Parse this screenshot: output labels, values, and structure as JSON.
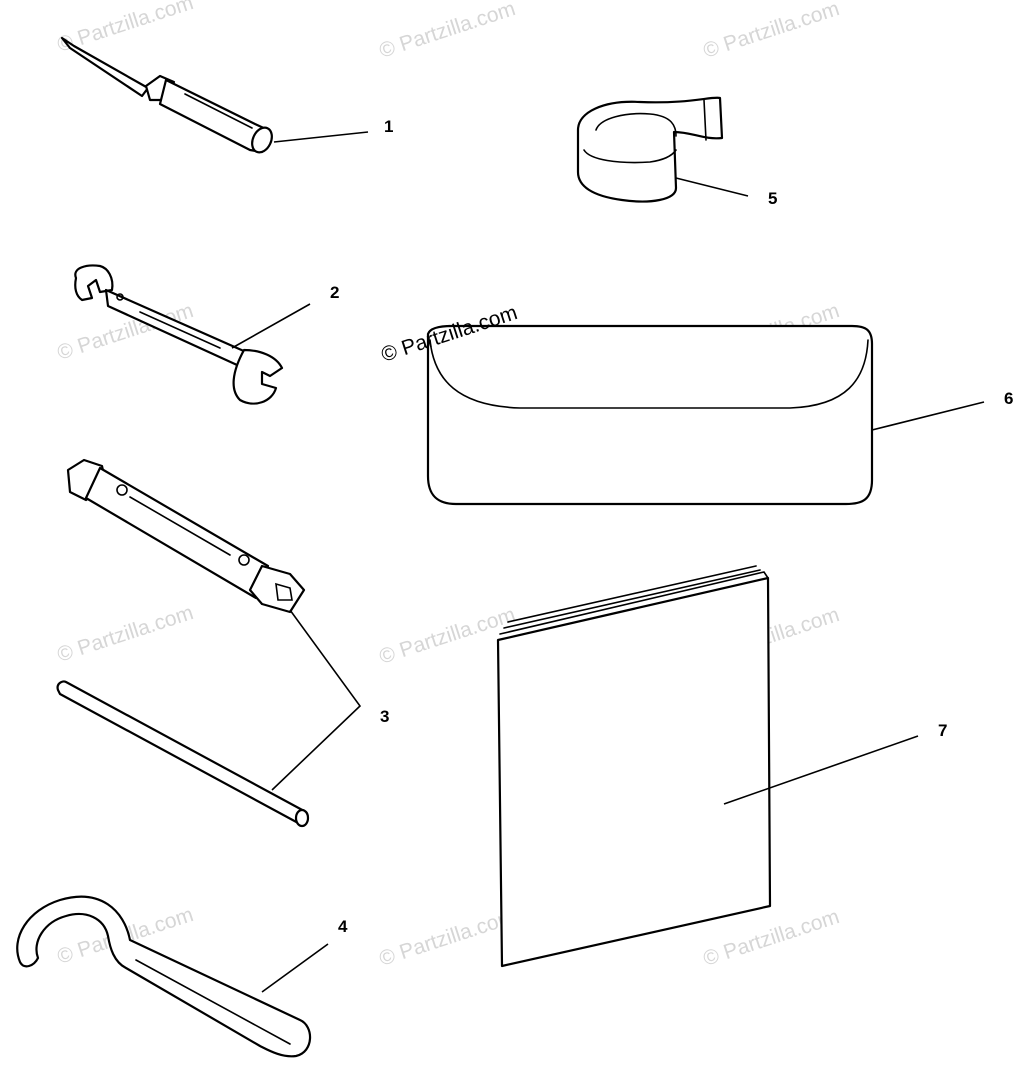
{
  "diagram": {
    "watermark_text": "© Partzilla.com",
    "watermark_main_text": "© Partzilla.com",
    "callouts": [
      "1",
      "2",
      "3",
      "4",
      "5",
      "6",
      "7"
    ]
  },
  "colors": {
    "line": "#000000",
    "background": "#ffffff",
    "watermark": "#d6d6d6"
  }
}
